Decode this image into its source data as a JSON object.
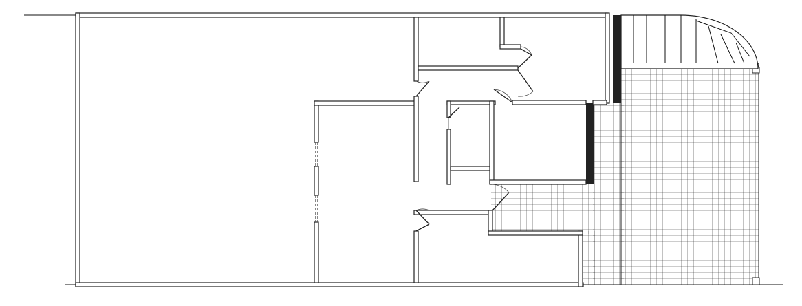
{
  "drawing": {
    "kind": "architectural floor plan",
    "text_labels": [],
    "colors": {
      "background": "#ffffff",
      "wall_fill": "#ffffff",
      "wall_stroke": "#222222",
      "hatch": "#333333",
      "dark_wall": "#222222"
    },
    "elements": [
      "exterior-walls",
      "interior-walls",
      "doors",
      "windows",
      "paved-terrace-grid",
      "staircase",
      "site-lines"
    ]
  }
}
